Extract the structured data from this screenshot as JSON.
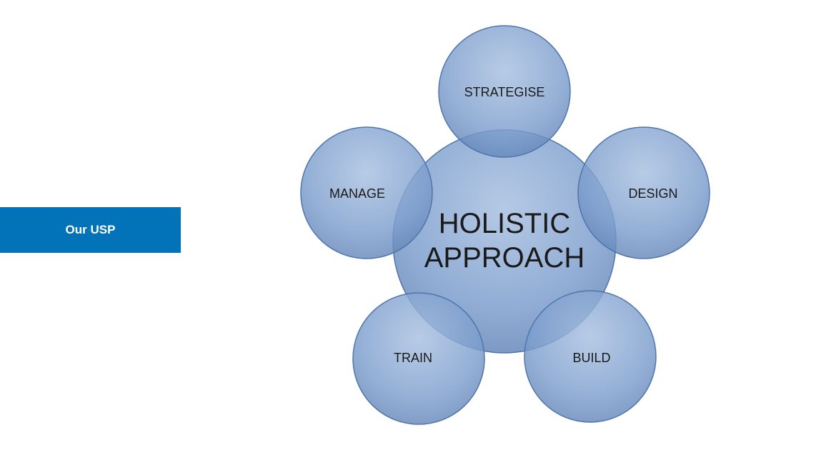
{
  "side_label": "Our USP",
  "colors": {
    "accent_box": "#0273b9",
    "circle_fill": "#6f93c4",
    "circle_stroke": "#4f76ab",
    "text": "#1a1a1a"
  },
  "diagram": {
    "center": {
      "line1": "HOLISTIC",
      "line2": "APPROACH"
    },
    "nodes": [
      {
        "id": "strategise",
        "label": "STRATEGISE"
      },
      {
        "id": "design",
        "label": "DESIGN"
      },
      {
        "id": "build",
        "label": "BUILD"
      },
      {
        "id": "train",
        "label": "TRAIN"
      },
      {
        "id": "manage",
        "label": "MANAGE"
      }
    ]
  }
}
